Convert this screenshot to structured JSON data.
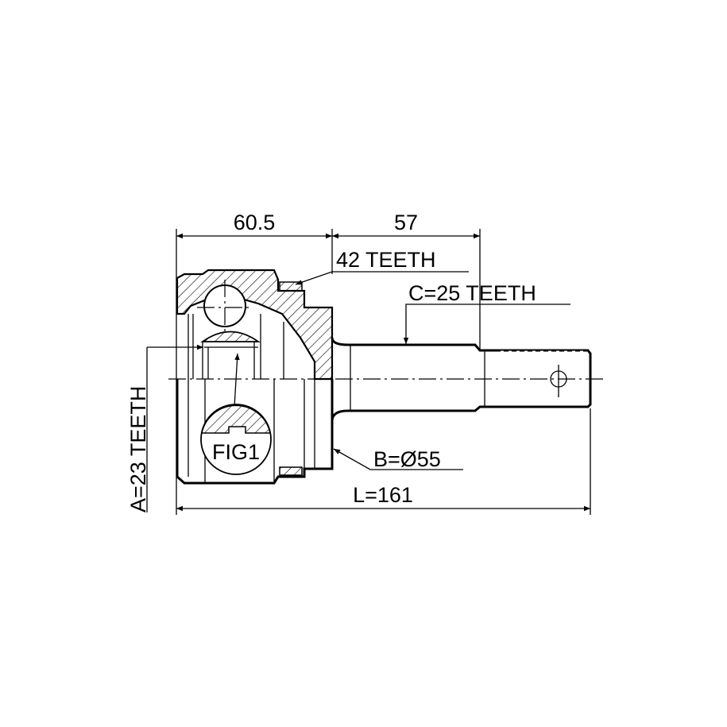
{
  "drawing": {
    "dim_housing_length": "60.5",
    "dim_shaft_length": "57",
    "outer_teeth": "42 TEETH",
    "shaft_teeth": "C=25 TEETH",
    "inner_teeth": "A=23 TEETH",
    "flange_diameter": "B=Ø55",
    "total_length": "L=161",
    "figure_label": "FIG1"
  },
  "colors": {
    "line": "#000000",
    "background": "#ffffff"
  }
}
